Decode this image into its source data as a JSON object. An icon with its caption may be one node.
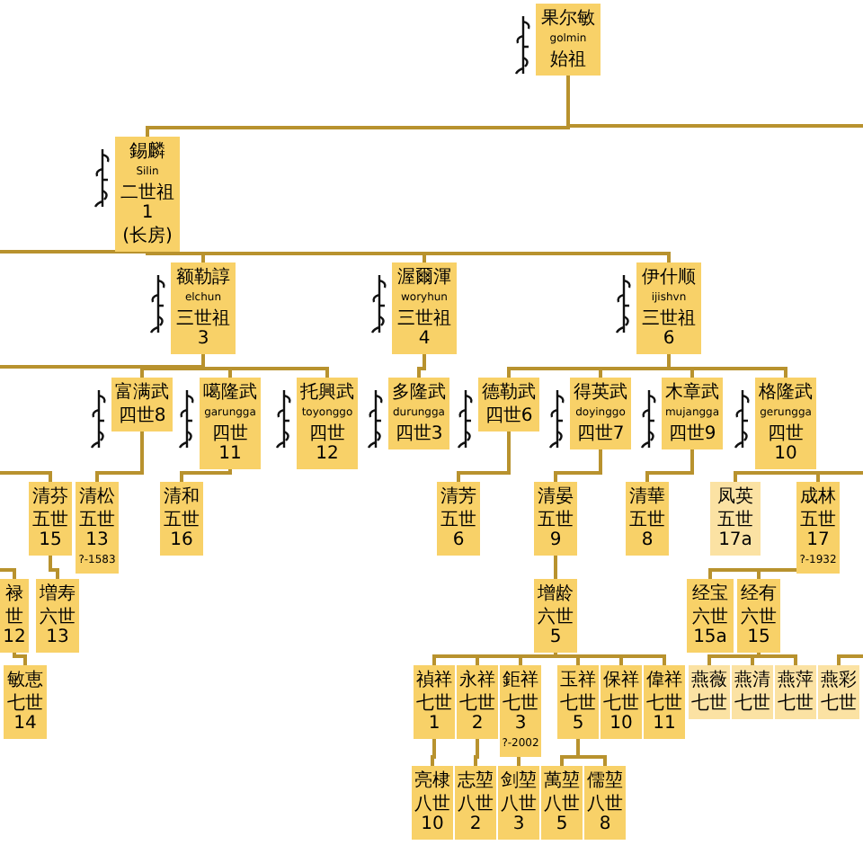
{
  "diagram": {
    "nodes": [
      {
        "text": [
          "果尔敏",
          "golmin",
          "始祖"
        ]
      },
      {
        "text": [
          "錫麟",
          "Silin",
          "二世祖1",
          "(长房)"
        ]
      },
      {
        "text": [
          "额勒諄",
          "elchun",
          "三世祖3"
        ]
      },
      {
        "text": [
          "渥爾渾",
          "woryhun",
          "三世祖4"
        ]
      },
      {
        "text": [
          "伊什顺",
          "ijishvn",
          "三世祖6"
        ]
      },
      {
        "text": [
          "富满武",
          "四世8"
        ]
      },
      {
        "text": [
          "噶隆武",
          "garungga",
          "四世11"
        ]
      },
      {
        "text": [
          "托興武",
          "toyonggo",
          "四世12"
        ]
      },
      {
        "text": [
          "多隆武",
          "durungga",
          "四世3"
        ]
      },
      {
        "text": [
          "德勒武",
          "四世6"
        ]
      },
      {
        "text": [
          "得英武",
          "doyinggo",
          "四世7"
        ]
      },
      {
        "text": [
          "木章武",
          "mujangga",
          "四世9"
        ]
      },
      {
        "text": [
          "格隆武",
          "gerungga",
          "四世10"
        ]
      },
      {
        "text": [
          "清芬",
          "五世15"
        ]
      },
      {
        "text": [
          "清松",
          "五世13",
          "?-1583"
        ]
      },
      {
        "text": [
          "清和",
          "五世16"
        ]
      },
      {
        "text": [
          "清芳",
          "五世6"
        ]
      },
      {
        "text": [
          "清晏",
          "五世9"
        ]
      },
      {
        "text": [
          "清華",
          "五世8"
        ]
      },
      {
        "text": [
          "凤英",
          "五世17a"
        ]
      },
      {
        "text": [
          "成林",
          "五世17",
          "?-1932"
        ]
      },
      {
        "text": [
          "禄",
          "世12"
        ]
      },
      {
        "text": [
          "増寿",
          "六世13"
        ]
      },
      {
        "text": [
          "增龄",
          "六世5"
        ]
      },
      {
        "text": [
          "经宝",
          "六世15a"
        ]
      },
      {
        "text": [
          "经有",
          "六世15"
        ]
      },
      {
        "text": [
          "敏恵",
          "七世14"
        ]
      },
      {
        "text": [
          "禎祥",
          "七世1"
        ]
      },
      {
        "text": [
          "永祥",
          "七世2"
        ]
      },
      {
        "text": [
          "鉅祥",
          "七世3",
          "?-2002"
        ]
      },
      {
        "text": [
          "玉祥",
          "七世5"
        ]
      },
      {
        "text": [
          "保祥",
          "七世10"
        ]
      },
      {
        "text": [
          "偉祥",
          "七世11"
        ]
      },
      {
        "text": [
          "燕薇",
          "七世"
        ]
      },
      {
        "text": [
          "燕清",
          "七世"
        ]
      },
      {
        "text": [
          "燕萍",
          "七世"
        ]
      },
      {
        "text": [
          "燕彩",
          "七世"
        ]
      },
      {
        "text": [
          "亮棣",
          "八世10"
        ]
      },
      {
        "text": [
          "志堃",
          "八世2"
        ]
      },
      {
        "text": [
          "剑堃",
          "八世3"
        ]
      },
      {
        "text": [
          "萬堃",
          "八世5"
        ]
      },
      {
        "text": [
          "儒堃",
          "八世8"
        ]
      }
    ],
    "edges": [
      {
        "from": 0,
        "to": 1,
        "arrow": "none"
      },
      {
        "from": 0,
        "to": null,
        "arrow": "none"
      },
      {
        "from": 1,
        "to": 2,
        "arrow": "none"
      },
      {
        "from": 1,
        "to": 3,
        "arrow": "none"
      },
      {
        "from": 1,
        "to": 4,
        "arrow": "none"
      },
      {
        "from": 1,
        "to": null,
        "arrow": "none"
      },
      {
        "from": 2,
        "to": 5,
        "arrow": "none"
      },
      {
        "from": 2,
        "to": 6,
        "arrow": "none"
      },
      {
        "from": 2,
        "to": 7,
        "arrow": "none"
      },
      {
        "from": 2,
        "to": null,
        "arrow": "none"
      },
      {
        "from": 3,
        "to": 8,
        "arrow": "none"
      },
      {
        "from": 4,
        "to": 9,
        "arrow": "none"
      },
      {
        "from": 4,
        "to": 10,
        "arrow": "none"
      },
      {
        "from": 4,
        "to": 11,
        "arrow": "none"
      },
      {
        "from": 4,
        "to": 12,
        "arrow": "none"
      },
      {
        "from": null,
        "to": 13,
        "arrow": "none"
      },
      {
        "from": 5,
        "to": 14,
        "arrow": "none"
      },
      {
        "from": 6,
        "to": 15,
        "arrow": "none"
      },
      {
        "from": 9,
        "to": 16,
        "arrow": "none"
      },
      {
        "from": 10,
        "to": 17,
        "arrow": "none"
      },
      {
        "from": 11,
        "to": 18,
        "arrow": "none"
      },
      {
        "from": null,
        "to": 19,
        "arrow": "none"
      },
      {
        "from": null,
        "to": 20,
        "arrow": "none"
      },
      {
        "from": null,
        "to": 21,
        "arrow": "none"
      },
      {
        "from": 13,
        "to": 22,
        "arrow": "none"
      },
      {
        "from": 17,
        "to": 23,
        "arrow": "none"
      },
      {
        "from": 20,
        "to": 24,
        "arrow": "none"
      },
      {
        "from": 20,
        "to": 25,
        "arrow": "none"
      },
      {
        "from": 21,
        "to": 26,
        "arrow": "none"
      },
      {
        "from": 23,
        "to": 27,
        "arrow": "none"
      },
      {
        "from": 23,
        "to": 28,
        "arrow": "none"
      },
      {
        "from": 23,
        "to": 29,
        "arrow": "none"
      },
      {
        "from": 23,
        "to": 30,
        "arrow": "none"
      },
      {
        "from": 23,
        "to": 31,
        "arrow": "none"
      },
      {
        "from": 23,
        "to": 32,
        "arrow": "none"
      },
      {
        "from": 25,
        "to": 33,
        "arrow": "none"
      },
      {
        "from": 25,
        "to": 34,
        "arrow": "none"
      },
      {
        "from": 25,
        "to": 35,
        "arrow": "none"
      },
      {
        "from": null,
        "to": 36,
        "arrow": "none"
      },
      {
        "from": 27,
        "to": 37,
        "arrow": "none"
      },
      {
        "from": 28,
        "to": 38,
        "arrow": "none"
      },
      {
        "from": 29,
        "to": 39,
        "arrow": "none"
      },
      {
        "from": 30,
        "to": 40,
        "arrow": "none"
      },
      {
        "from": 30,
        "to": 41,
        "arrow": "none"
      }
    ]
  }
}
